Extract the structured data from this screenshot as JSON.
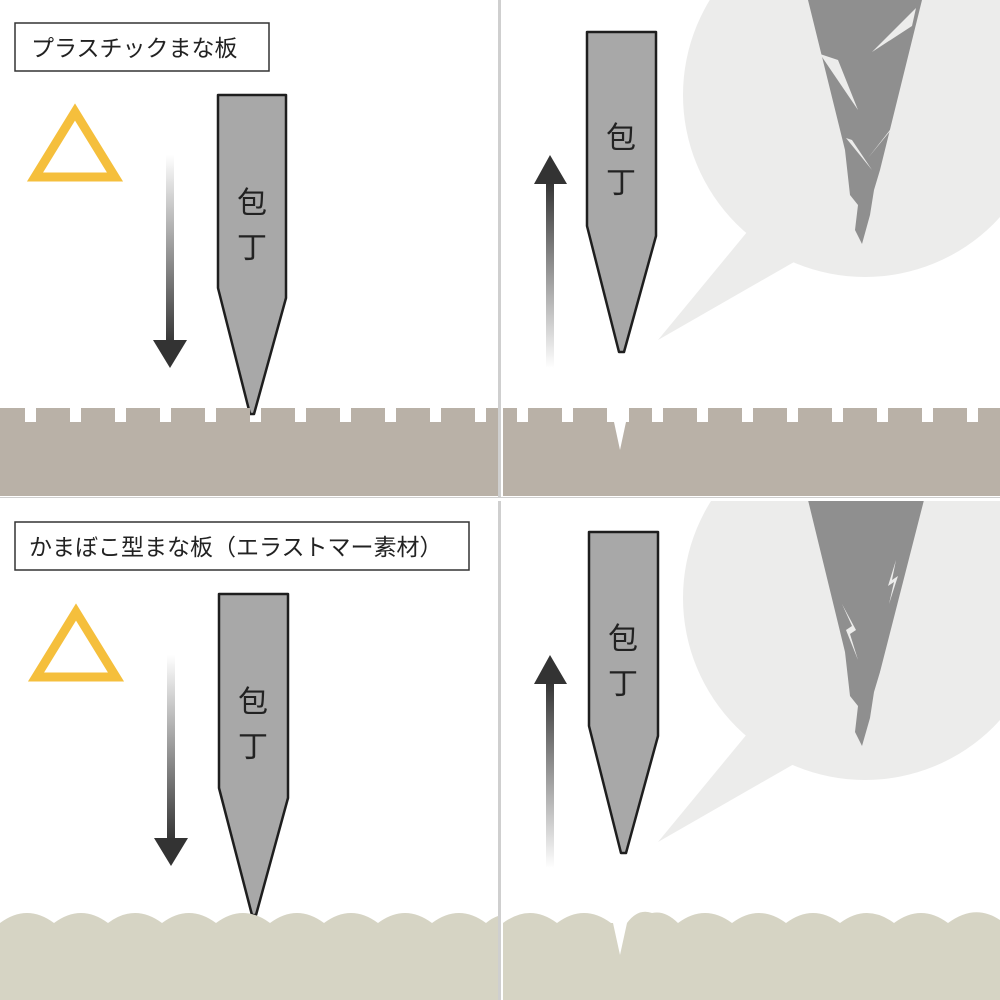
{
  "panels": [
    {
      "id": "plastic",
      "title": "プラスチックまな板",
      "rating": "△"
    },
    {
      "id": "kamaboko",
      "title": "かまぼこ型まな板（エラストマー素材）",
      "rating": "△"
    }
  ],
  "knife": {
    "label_line1": "包",
    "label_line2": "丁"
  },
  "colors": {
    "background": "#ffffff",
    "divider": "#cfcfcf",
    "triangle": "#f5bf3c",
    "knife_fill": "#a8a8a8",
    "knife_stroke": "#1e1e1e",
    "plastic_board": "#b9b1a7",
    "elastomer_board": "#d6d4c4",
    "bubble": "#ececeb",
    "blade_closeup": "#8f8f8f",
    "arrow": "#333333"
  },
  "icons": {
    "rating": "triangle-outline-icon",
    "down_arrow": "arrow-down-icon",
    "up_arrow": "arrow-up-icon"
  }
}
